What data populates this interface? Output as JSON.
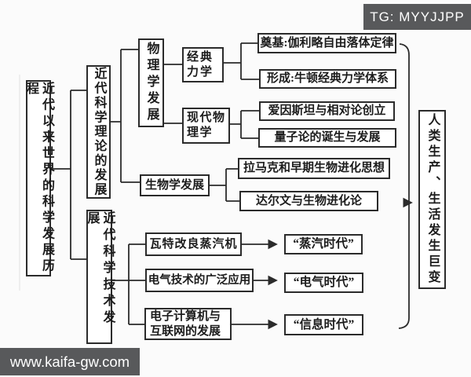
{
  "badge": {
    "text": "TG: MYYJJPP"
  },
  "watermark": {
    "text": "www.kaifa-gw.com"
  },
  "colors": {
    "line": "#2b2b2b",
    "box_border": "#2b2b2b",
    "text": "#1c1c1c",
    "badge_bg": "#58595b",
    "canvas": "#fbfbfb"
  },
  "diagram": {
    "root": {
      "label": "近代以来世界的科学发展历程"
    },
    "outcome": {
      "label": "人类生产、生活发生巨变"
    },
    "theory": {
      "label": "近代科学理论的发展",
      "physics": {
        "label": "物理学发展",
        "classical": {
          "label": "经典力学",
          "foundation": "奠基:伽利略自由落体定律",
          "formation": "形成:牛顿经典力学体系"
        },
        "modern": {
          "label": "现代物理学",
          "relativity": "爱因斯坦与相对论创立",
          "quantum": "量子论的诞生与发展"
        }
      },
      "biology": {
        "label": "生物学发展",
        "lamarck": "拉马克和早期生物进化思想",
        "darwin": "达尔文与生物进化论"
      }
    },
    "tech": {
      "label": "近代科学技术发展",
      "steam": {
        "cause": "瓦特改良蒸汽机",
        "effect": "“蒸汽时代”"
      },
      "electric": {
        "cause": "电气技术的广泛应用",
        "effect": "“电气时代”"
      },
      "info": {
        "cause": "电子计算机与互联网的发展",
        "effect": "“信息时代”"
      }
    }
  }
}
